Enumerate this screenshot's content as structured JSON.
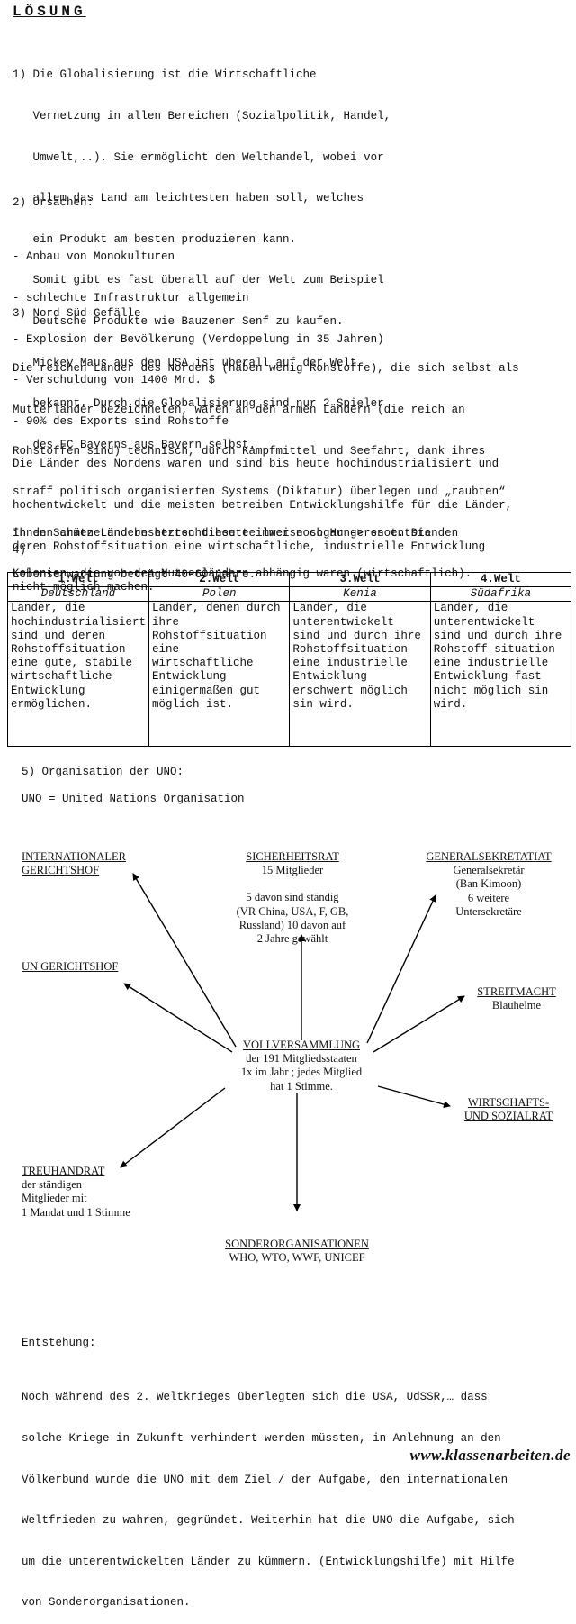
{
  "title": "LÖSUNG",
  "section1": {
    "lines": [
      "1) Die Globalisierung ist die Wirtschaftliche",
      "   Vernetzung in allen Bereichen (Sozialpolitik, Handel,",
      "   Umwelt,..). Sie ermöglicht den Welthandel, wobei vor",
      "   allem das Land am leichtesten haben soll, welches",
      "   ein Produkt am besten produzieren kann.",
      "   Somit gibt es fast überall auf der Welt zum Beispiel",
      "   Deutsche Produkte wie Bauzener Senf zu kaufen.",
      "   Mickey Maus aus den USA ist überall auf der Welt",
      "   bekannt. Durch die Globalisierung sind nur 2 Spieler",
      "   des FC Bayerns aus Bayern selbst."
    ]
  },
  "section2": {
    "heading": "2) Ursachen:",
    "items": [
      "- Anbau von Monokulturen",
      "- schlechte Infrastruktur allgemein",
      "- Explosion der Bevölkerung (Verdoppelung in 35 Jahren)",
      "- Verschuldung von 1400 Mrd. $",
      "- 90% des Exports sind Rohstoffe"
    ]
  },
  "section3": {
    "heading": "3) Nord-Süd-Gefälle",
    "para1": [
      "Die reichen Länder des Nordens (haben wenig Rohstoffe), die sich selbst als",
      "Mutterländer bezeichneten, waren an den armen Ländern (die reich an",
      "Rohstoffen sind) technisch, durch Kampfmittel und Seefahrt, dank ihres",
      "straff politisch organisierten Systems (Diktatur) überlegen und „raubten“",
      "ihnen Schätze und besetzten diese teilweise sogar -> es entstanden",
      "Kolonien, die von den Mutterländern abhängig waren (wirtschaftlich)."
    ],
    "para2": [
      "Die Länder des Nordens waren und sind bis heute hochindustrialisiert und",
      "hochentwickelt und die meisten betreiben Entwicklungshilfe für die Länder,",
      "deren Rohstoffsituation eine wirtschaftliche, industrielle Entwicklung",
      "nicht möglich machen."
    ],
    "para3": [
      "In den armen Ländern herrscht heute immer noch Hungersnot. Die",
      "Lebenserwartung beträgt 40-60 Jahre."
    ]
  },
  "section4": {
    "heading": "4)",
    "table": {
      "headers": [
        "1.Welt",
        "2.Welt",
        "3.Welt",
        "4.Welt"
      ],
      "countries": [
        "Deutschland",
        "Polen",
        "Kenia",
        "Südafrika"
      ],
      "descriptions": [
        "Länder, die hochindustrialisiert sind und deren Rohstoffsituation eine gute, stabile wirtschaftliche Entwicklung ermöglichen.",
        "Länder, denen durch ihre Rohstoffsituation eine wirtschaftliche Entwicklung einigermaßen gut möglich ist.",
        "Länder, die unterentwickelt sind und durch ihre Rohstoffsituation eine industrielle Entwicklung erschwert möglich sin wird.",
        "Länder, die unterentwickelt sind und durch ihre Rohstoff-situation eine industrielle Entwicklung fast nicht möglich sin wird."
      ]
    }
  },
  "section5": {
    "heading": "5) Organisation der UNO:",
    "uno": "UNO = United Nations Organisation",
    "diagram": {
      "internationaler_gerichtshof": [
        "INTERNATIONALER",
        "GERICHTSHOF"
      ],
      "un_gerichtshof": "UN GERICHTSHOF",
      "sicherheitsrat": {
        "title": "SICHERHEITSRAT",
        "lines": [
          "15 Mitglieder",
          "",
          "5 davon sind ständig",
          "(VR China, USA, F, GB,",
          "Russland) 10 davon auf",
          "2 Jahre gewählt"
        ]
      },
      "generalsekretariat": {
        "title": "GENERALSEKRETATIAT",
        "lines": [
          "Generalsekretär",
          "(Ban Kimoon)",
          "6 weitere",
          "Untersekretäre"
        ]
      },
      "streitmacht": {
        "title": "STREITMACHT",
        "lines": [
          "Blauhelme"
        ]
      },
      "vollversammlung": {
        "title": "VOLLVERSAMMLUNG",
        "lines": [
          "der 191 Mitgliedsstaaten",
          "1x im Jahr ; jedes Mitglied",
          "hat 1 Stimme."
        ]
      },
      "wirtschafts": [
        "WIRTSCHAFTS-",
        "UND SOZIALRAT"
      ],
      "treuhandrat": {
        "title": "TREUHANDRAT",
        "lines": [
          "der ständigen",
          "Mitglieder mit",
          "1 Mandat und 1 Stimme"
        ]
      },
      "sonderorganisationen": {
        "title": "SONDERORGANISATIONEN",
        "lines": [
          "WHO, WTO, WWF, UNICEF"
        ]
      }
    }
  },
  "entstehung": {
    "heading": "Entstehung:",
    "lines": [
      "Noch während des 2. Weltkrieges überlegten sich die USA, UdSSR,… dass",
      "solche Kriege in Zukunft verhindert werden müssten, in Anlehnung an den",
      "Völkerbund wurde die UNO mit dem Ziel / der Aufgabe, den internationalen",
      "Weltfrieden zu wahren, gegründet. Weiterhin hat die UNO die Aufgabe, sich",
      "um die unterentwickelten Länder zu kümmern. (Entwicklungshilfe) mit Hilfe",
      "von Sonderorganisationen."
    ]
  },
  "footer": "www.klassenarbeiten.de"
}
